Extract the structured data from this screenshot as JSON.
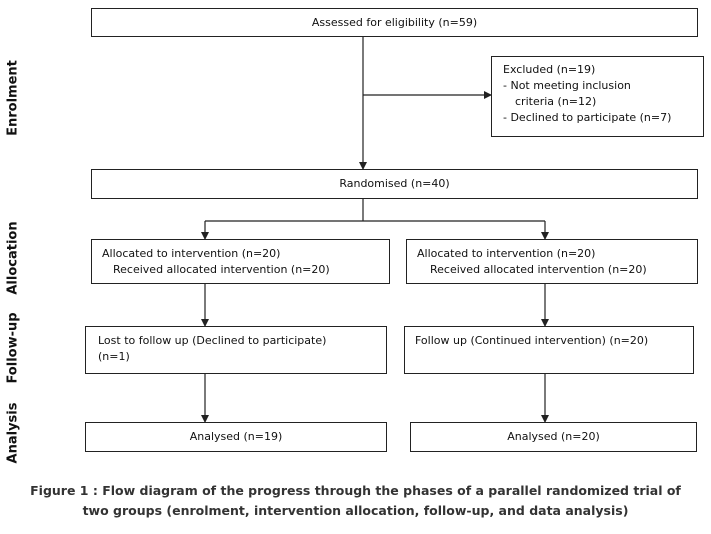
{
  "phases": {
    "enrolment": "Enrolment",
    "allocation": "Allocation",
    "followup": "Follow-up",
    "analysis": "Analysis"
  },
  "boxes": {
    "assessed": "Assessed for eligibility (n=59)",
    "excluded": {
      "title": "Excluded (n=19)",
      "item1_line1": "-  Not meeting inclusion",
      "item1_line2": "criteria (n=12)",
      "item2": "-  Declined to participate (n=7)"
    },
    "randomised": "Randomised (n=40)",
    "alloc_left": {
      "line1": "Allocated to intervention (n=20)",
      "line2": "Received allocated intervention (n=20)"
    },
    "alloc_right": {
      "line1": "Allocated to intervention (n=20)",
      "line2": "Received allocated intervention (n=20)"
    },
    "followup_left": {
      "line1": "Lost to follow up (Declined to participate)",
      "line2": "(n=1)"
    },
    "followup_right": "Follow up (Continued intervention) (n=20)",
    "analysis_left": "Analysed (n=19)",
    "analysis_right": "Analysed (n=20)"
  },
  "caption": {
    "line1": "Figure 1 : Flow diagram of the progress through the phases of a parallel randomized trial of",
    "line2": "two groups (enrolment, intervention allocation, follow-up, and data analysis)"
  }
}
